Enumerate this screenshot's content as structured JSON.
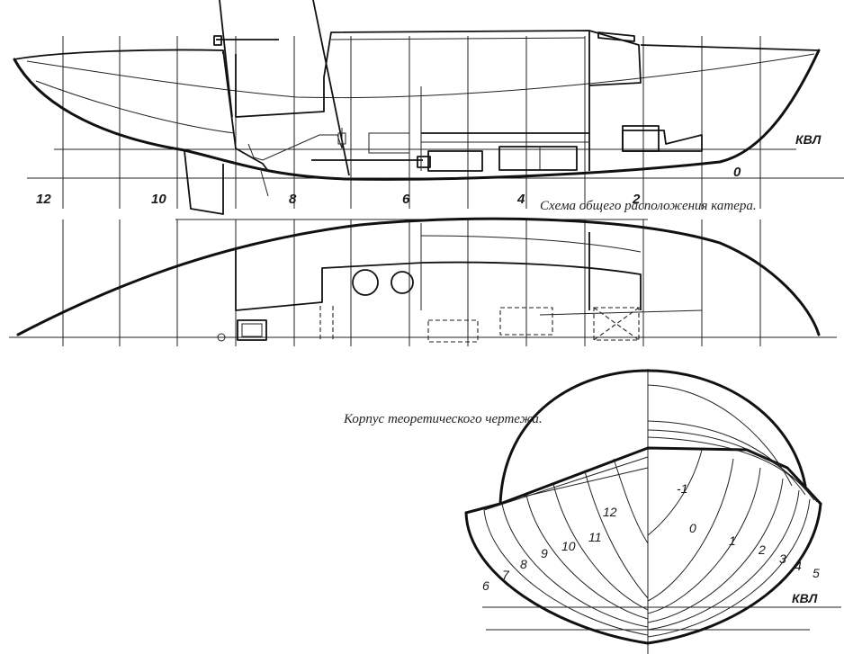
{
  "captions": {
    "general_arrangement": "Схема общего расположения катера.",
    "body_plan": "Корпус теоретического чертежа."
  },
  "labels": {
    "waterline_profile": "КВЛ",
    "waterline_body": "КВЛ"
  },
  "profile_stations": [
    "12",
    "10",
    "8",
    "6",
    "4",
    "2",
    "0"
  ],
  "body_plan_stations_aft": [
    "6",
    "7",
    "8",
    "9",
    "10",
    "11",
    "12"
  ],
  "body_plan_stations_fwd": [
    "-1",
    "0",
    "1",
    "2",
    "3",
    "4",
    "5"
  ]
}
